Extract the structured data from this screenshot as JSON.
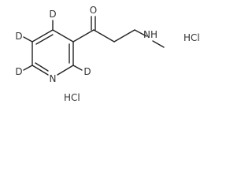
{
  "molecule": {
    "atoms": {
      "oxygen": "O",
      "ring_nitrogen": "N",
      "amine": "NH",
      "deuterium_c2": "D",
      "deuterium_c4": "D",
      "deuterium_c5": "D",
      "deuterium_c6": "D"
    },
    "salts": [
      "HCl",
      "HCl"
    ]
  }
}
